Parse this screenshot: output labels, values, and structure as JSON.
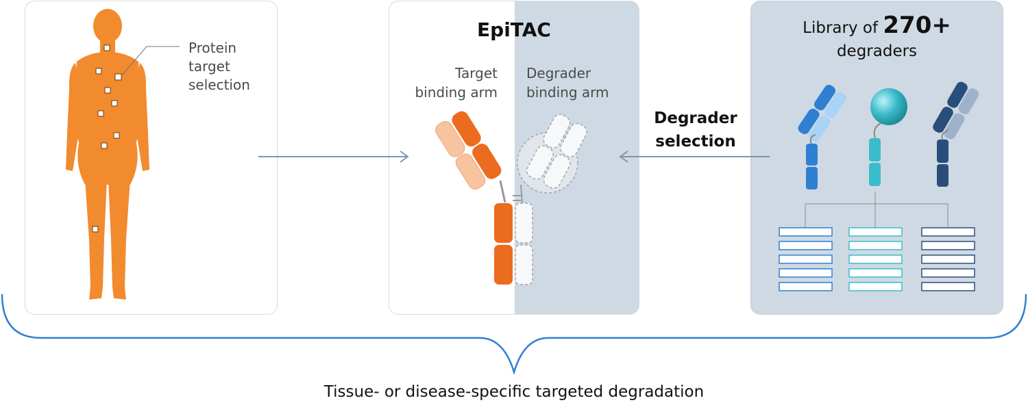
{
  "protein_panel": {
    "label_lines": [
      "Protein",
      "target",
      "selection"
    ]
  },
  "epitac_panel": {
    "title": "EpiTAC",
    "target_arm_lines": [
      "Target",
      "binding arm"
    ],
    "degrader_arm_lines": [
      "Degrader",
      "binding arm"
    ]
  },
  "library_panel": {
    "title_prefix": "Library of",
    "title_count": "270+",
    "title_suffix": "degraders"
  },
  "degrader_selection_lines": [
    "Degrader",
    "selection"
  ],
  "caption": "Tissue- or disease-specific targeted degradation",
  "colors": {
    "body_orange": "#f28a2e",
    "antibody_orange": "#ec6c1f",
    "antibody_light_orange": "#f8c4a0",
    "panel_blue_gray": "#cfd9e3",
    "arrow_gray_blue": "#7f95ab",
    "brace_blue": "#2f7fd3",
    "lib_blue": "#2f7fd3",
    "lib_teal": "#3bbccc",
    "lib_navy": "#2a4e7c"
  }
}
